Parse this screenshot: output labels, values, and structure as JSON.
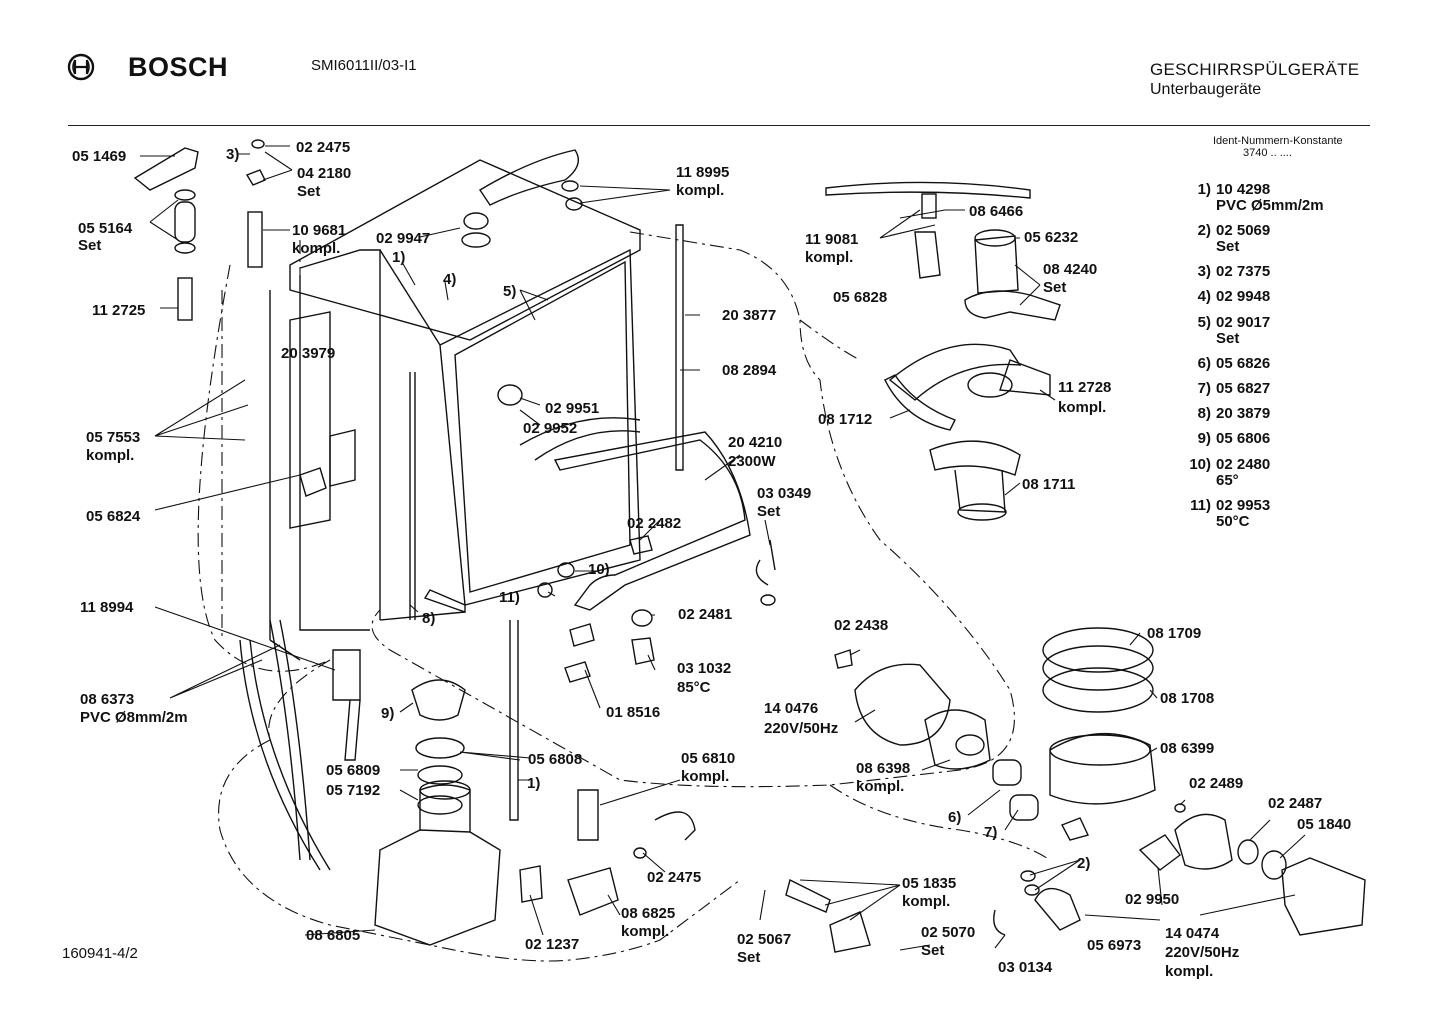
{
  "header": {
    "brand": "BOSCH",
    "model": "SMI6011II/03-I1",
    "category": "GESCHIRRSPÜLGERÄTE",
    "subcategory": "Unterbaugeräte",
    "ident_title": "Ident-Nummern-Konstante",
    "ident_value": "3740  ..  ...."
  },
  "document_number": "160941-4/2",
  "legend": [
    {
      "num": "1)",
      "code": "10 4298",
      "desc": "PVC Ø5mm/2m"
    },
    {
      "num": "2)",
      "code": "02 5069",
      "desc": "Set"
    },
    {
      "num": "3)",
      "code": "02 7375",
      "desc": ""
    },
    {
      "num": "4)",
      "code": "02 9948",
      "desc": ""
    },
    {
      "num": "5)",
      "code": "02 9017",
      "desc": "Set"
    },
    {
      "num": "6)",
      "code": "05 6826",
      "desc": ""
    },
    {
      "num": "7)",
      "code": "05 6827",
      "desc": ""
    },
    {
      "num": "8)",
      "code": "20 3879",
      "desc": ""
    },
    {
      "num": "9)",
      "code": "05 6806",
      "desc": ""
    },
    {
      "num": "10)",
      "code": "02 2480",
      "desc": "65°"
    },
    {
      "num": "11)",
      "code": "02 9953",
      "desc": "50°C"
    }
  ],
  "labels": {
    "p051469": "05 1469",
    "p055164": "05 5164",
    "p055164_set": "Set",
    "p112725": "11 2725",
    "p3": "3)",
    "p022475a": "02 2475",
    "p042180": "04 2180",
    "p042180_set": "Set",
    "p109681": "10 9681",
    "p109681_k": "kompl.",
    "p029947": "02 9947",
    "p1a": "1)",
    "p4": "4)",
    "p118995": "11 8995",
    "p118995_k": "kompl.",
    "p5": "5)",
    "p203877": "20 3877",
    "p203979": "20 3979",
    "p082894": "08 2894",
    "p057553": "05 7553",
    "p057553_k": "kompl.",
    "p029951": "02 9951",
    "p029952": "02 9952",
    "p204210": "20 4210",
    "p204210_w": "2300W",
    "p056824": "05 6824",
    "p030349": "03 0349",
    "p030349_set": "Set",
    "p022482": "02 2482",
    "p10": "10)",
    "p11": "11)",
    "p8": "8)",
    "p118994": "11 8994",
    "p022481": "02 2481",
    "p031032": "03 1032",
    "p031032_t": "85°C",
    "p086373": "08 6373",
    "p086373_d": "PVC Ø8mm/2m",
    "p018516": "01 8516",
    "p9": "9)",
    "p056808": "05 6808",
    "p056809": "05 6809",
    "p057192": "05 7192",
    "p1b": "1)",
    "p056810": "05 6810",
    "p056810_k": "kompl.",
    "p022475b": "02 2475",
    "p086805": "08 6805",
    "p021237": "02 1237",
    "p086825": "08 6825",
    "p086825_k": "kompl.",
    "p025067": "02 5067",
    "p025067_set": "Set",
    "p051835": "05 1835",
    "p051835_k": "kompl.",
    "p025070": "02 5070",
    "p025070_set": "Set",
    "p030134": "03 0134",
    "p119081": "11 9081",
    "p119081_k": "kompl.",
    "p086466": "08 6466",
    "p056232": "05 6232",
    "p084240": "08 4240",
    "p084240_set": "Set",
    "p056828": "05 6828",
    "p112728": "11 2728",
    "p112728_k": "kompl.",
    "p081712": "08 1712",
    "p081711": "08 1711",
    "p022438": "02 2438",
    "p140476": "14 0476",
    "p140476_v": "220V/50Hz",
    "p081709": "08 1709",
    "p081708": "08 1708",
    "p086399": "08 6399",
    "p086398": "08 6398",
    "p086398_k": "kompl.",
    "p6": "6)",
    "p7": "7)",
    "p022489": "02 2489",
    "p022487": "02 2487",
    "p051840": "05 1840",
    "p2": "2)",
    "p029950": "02 9950",
    "p056973": "05 6973",
    "p140474": "14 0474",
    "p140474_v": "220V/50Hz",
    "p140474_k": "kompl."
  }
}
